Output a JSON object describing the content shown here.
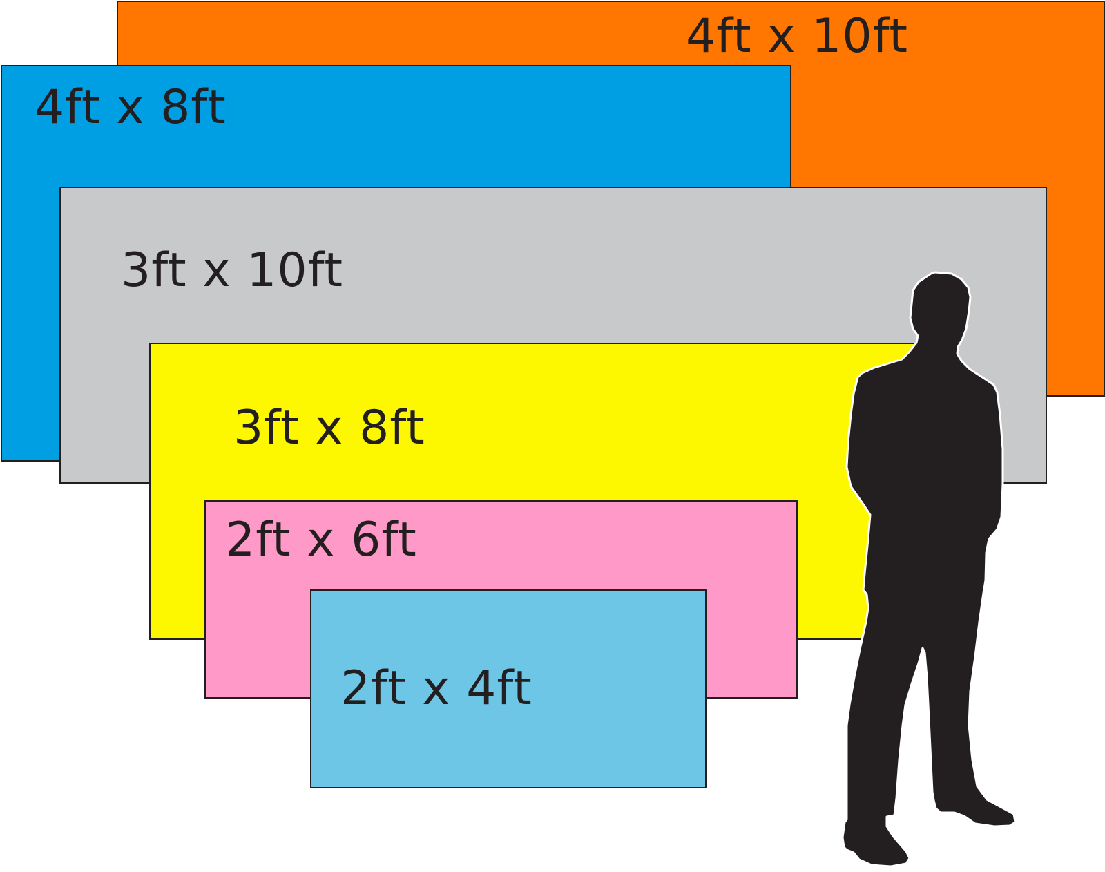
{
  "banners": [
    {
      "label": "4ft x 10ft",
      "color": "#ff7700"
    },
    {
      "label": "4ft x 8ft",
      "color": "#009fe3"
    },
    {
      "label": "3ft x 10ft",
      "color": "#c8c9cb"
    },
    {
      "label": "3ft x 8ft",
      "color": "#fdf700"
    },
    {
      "label": "2ft x 6ft",
      "color": "#ff99c8"
    },
    {
      "label": "2ft x 4ft",
      "color": "#6ec6e6"
    }
  ],
  "silhouette": {
    "icon": "standing-person-silhouette-icon",
    "color": "#231f20"
  },
  "border_color": "#231f20"
}
